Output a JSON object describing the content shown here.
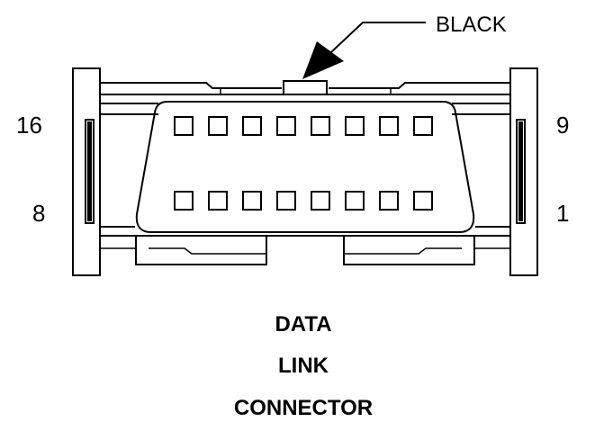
{
  "callout": {
    "label": "BLACK"
  },
  "pin_labels": {
    "top_left": "16",
    "bottom_left": "8",
    "top_right": "9",
    "bottom_right": "1"
  },
  "caption": {
    "line1": "DATA",
    "line2": "LINK",
    "line3": "CONNECTOR"
  },
  "pins": {
    "per_row": 8,
    "rows": 2
  }
}
